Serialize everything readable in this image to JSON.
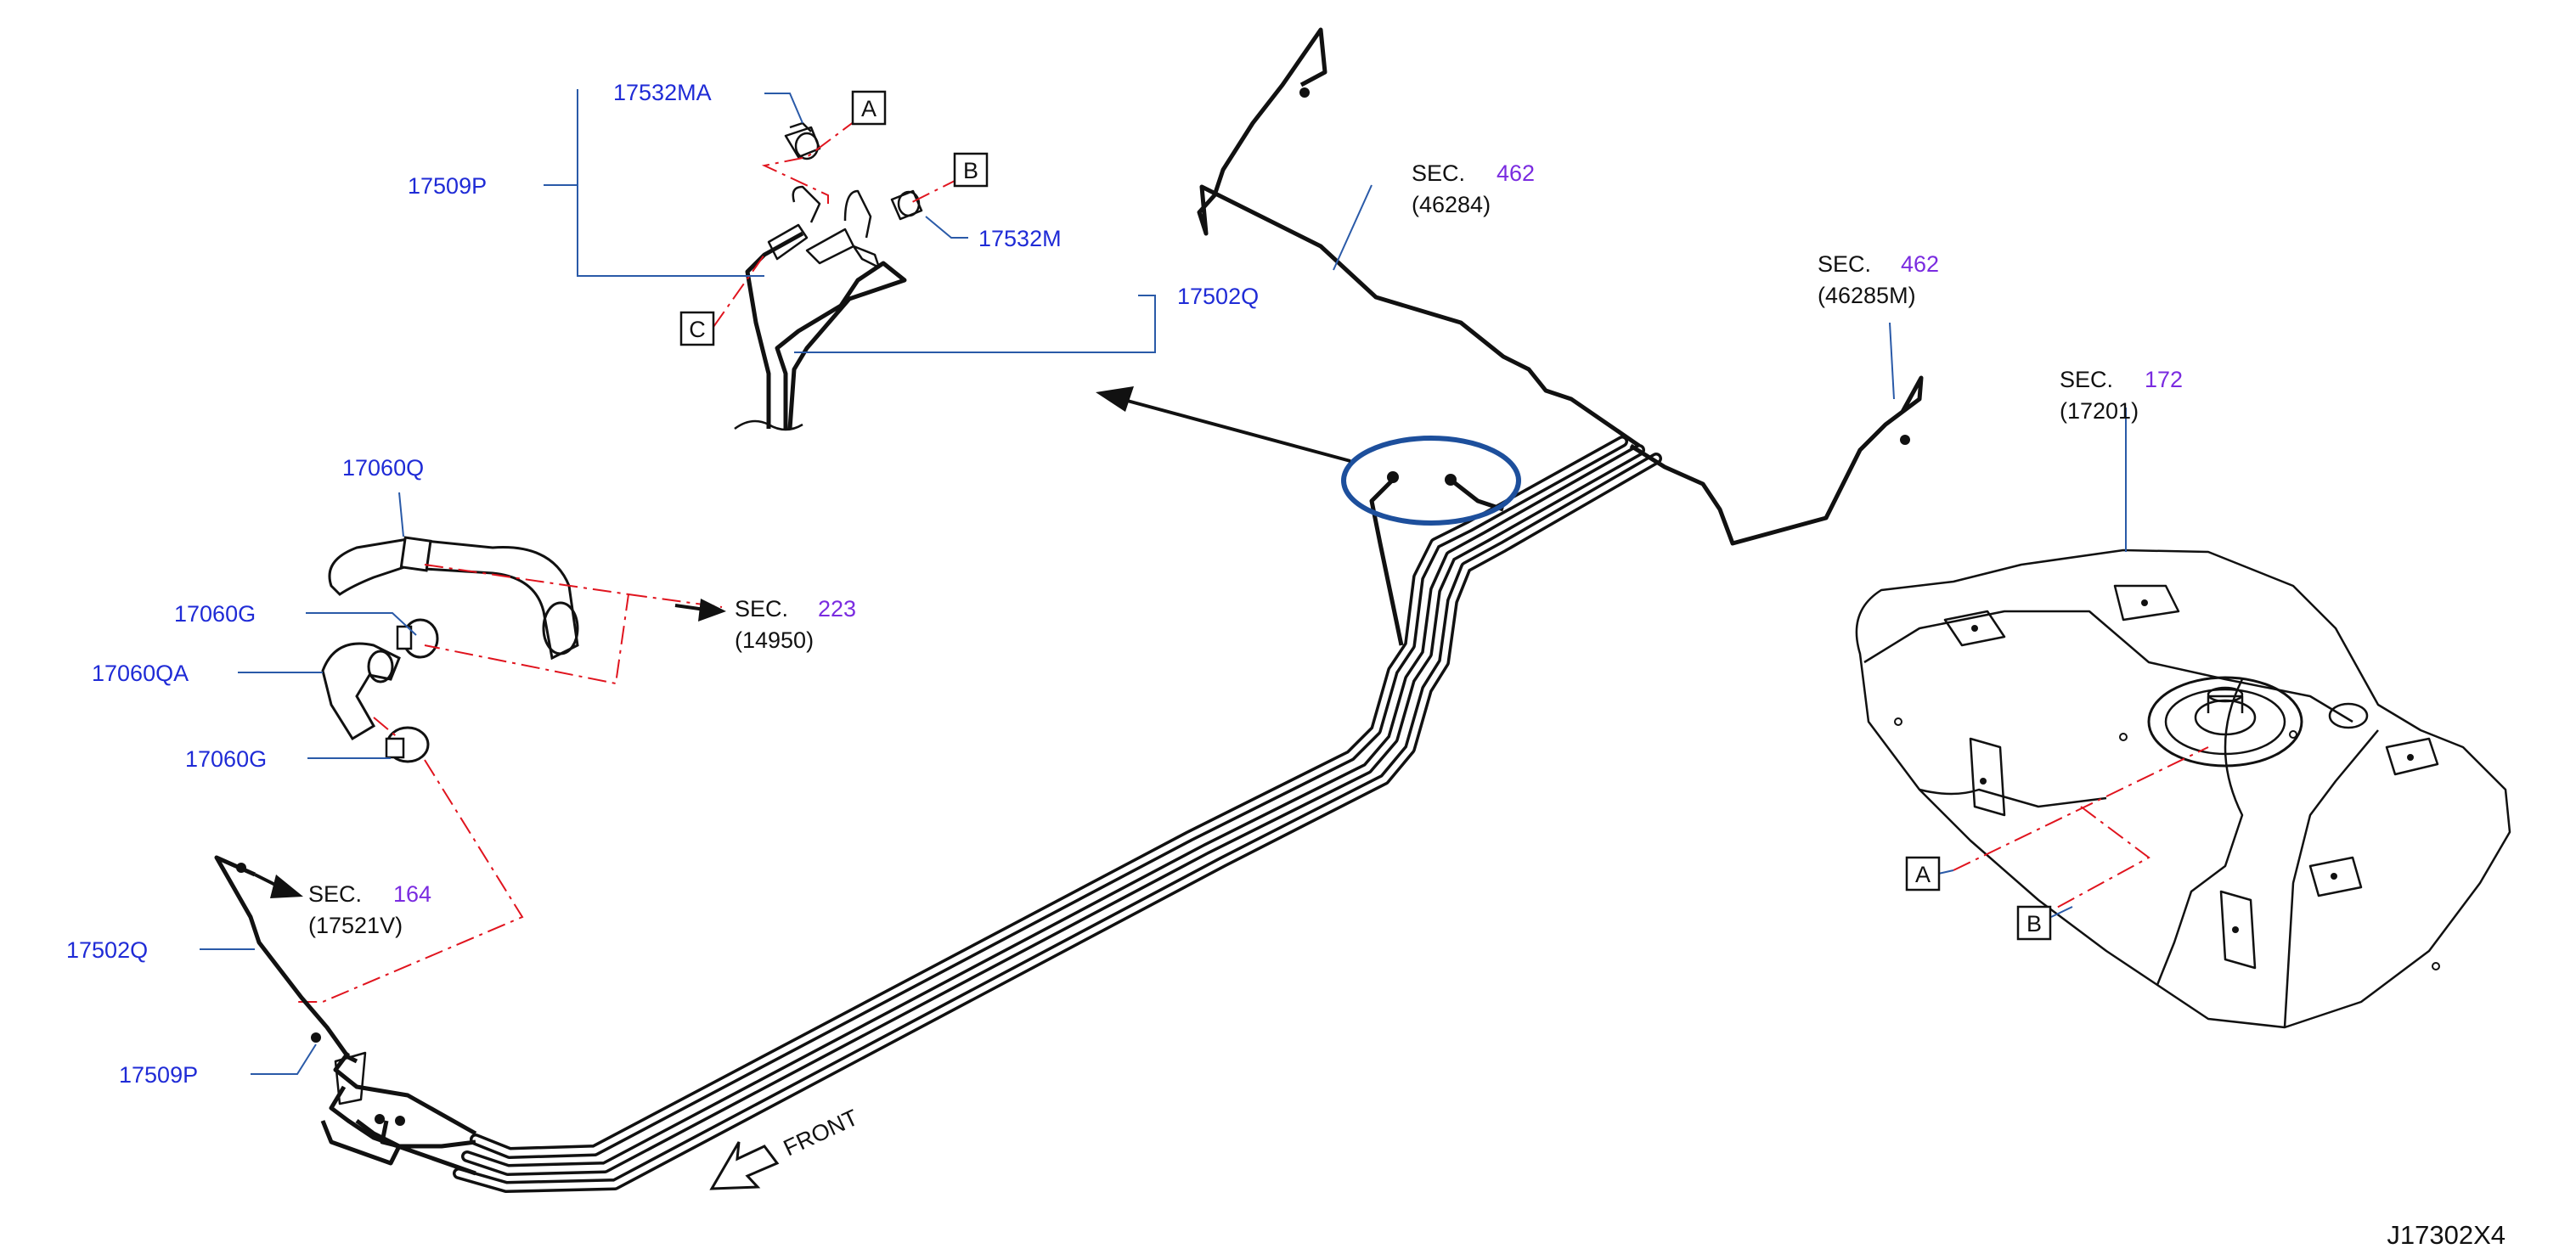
{
  "labels": {
    "p17532MA": "17532MA",
    "p17509P_top": "17509P",
    "p17532M": "17532M",
    "p17502Q_top": "17502Q",
    "p17060Q": "17060Q",
    "p17060G_a": "17060G",
    "p17060QA": "17060QA",
    "p17060G_b": "17060G",
    "p17502Q_bot": "17502Q",
    "p17509P_bot": "17509P"
  },
  "sections": {
    "s462a": {
      "prefix": "SEC.",
      "number": "462",
      "code": "(46284)"
    },
    "s462b": {
      "prefix": "SEC.",
      "number": "462",
      "code": "(46285M)"
    },
    "s172": {
      "prefix": "SEC.",
      "number": "172",
      "code": "(17201)"
    },
    "s223": {
      "prefix": "SEC.",
      "number": "223",
      "code": "(14950)"
    },
    "s164": {
      "prefix": "SEC.",
      "number": "164",
      "code": "(17521V)"
    }
  },
  "refs": {
    "a_top": "A",
    "b_top": "B",
    "c_top": "C",
    "a_tank": "A",
    "b_tank": "B"
  },
  "front": "FRONT",
  "figure_id": "J17302X4",
  "colors": {
    "part_number": "#1f2bd6",
    "section_number": "#7a2be0",
    "leader": "#2a5aa8",
    "dash": "#e0141e",
    "highlight": "#1d4f9c"
  }
}
